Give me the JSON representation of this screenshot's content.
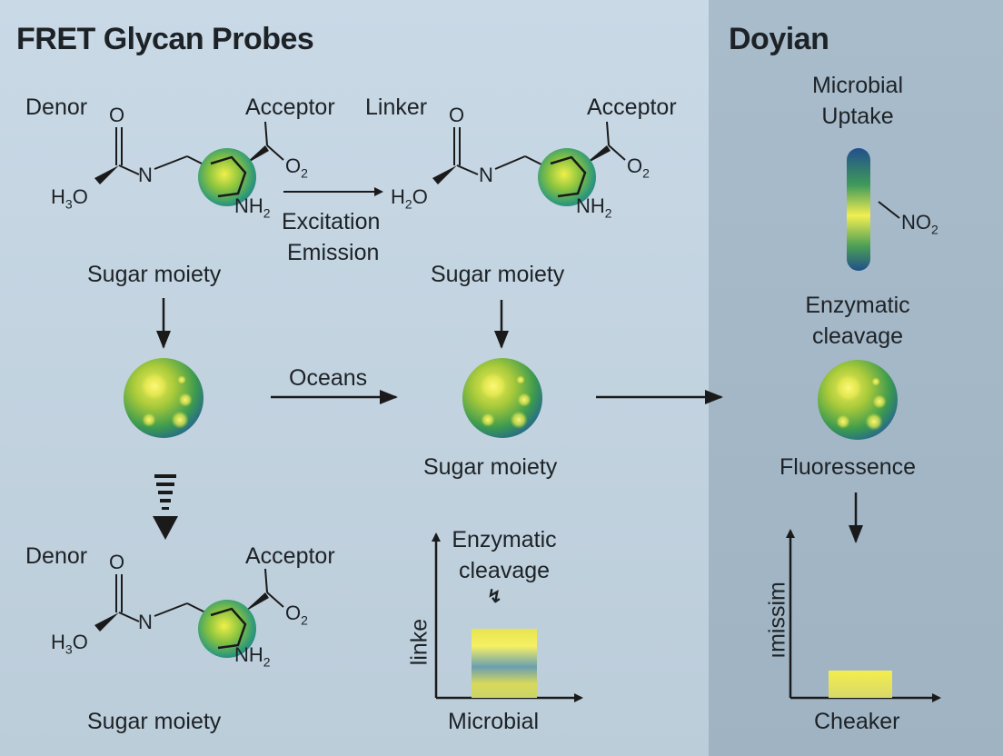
{
  "titles": {
    "left": "FRET Glycan Probes",
    "right": "Doyian"
  },
  "molecule_a": {
    "donor": "Denor",
    "acceptor": "Acceptor",
    "o": "O",
    "n": "N",
    "o2": "O",
    "o2_sub": "2",
    "h3o": "H",
    "h3o_sub": "3",
    "h3o_o": "O",
    "nh2": "NH",
    "nh2_sub": "2",
    "caption": "Sugar moiety"
  },
  "molecule_b": {
    "linker": "Linker",
    "acceptor": "Acceptor",
    "o": "O",
    "n": "N",
    "o2": "O",
    "o2_sub": "2",
    "h2o": "H",
    "h2o_sub": "2",
    "h2o_o": "O",
    "nh2": "NH",
    "nh2_sub": "2",
    "caption": "Sugar moiety"
  },
  "molecule_c": {
    "donor": "Denor",
    "acceptor": "Acceptor",
    "o": "O",
    "n": "N",
    "o2": "O",
    "o2_sub": "2",
    "h3o": "H",
    "h3o_sub": "3",
    "h3o_o": "O",
    "nh2": "NH",
    "nh2_sub": "2",
    "caption": "Sugar moiety"
  },
  "arrow_labels": {
    "excitation": "Excitation",
    "emission": "Emission",
    "oceans": "Oceans"
  },
  "middle": {
    "sphere_caption": "Sugar moiety"
  },
  "right_panel": {
    "uptake_line1": "Microbial",
    "uptake_line2": "Uptake",
    "no2": "NO",
    "no2_sub": "2",
    "cleavage_line1": "Enzymatic",
    "cleavage_line2": "cleavage",
    "fluorescence": "Fluoressence"
  },
  "chart_data": [
    {
      "type": "bar",
      "title_line1": "Enzymatic",
      "title_line2": "cleavage",
      "ylabel": "linke",
      "xlabel": "Microbial",
      "annotation": "↯"
    },
    {
      "type": "bar",
      "ylabel": "ımissim",
      "xlabel": "Cheaker"
    }
  ],
  "colors": {
    "accent_yellow": "#f3f04a",
    "accent_green": "#3d9a4e",
    "accent_blue": "#1f5fa0",
    "ring_teal": "#2f9a86"
  }
}
